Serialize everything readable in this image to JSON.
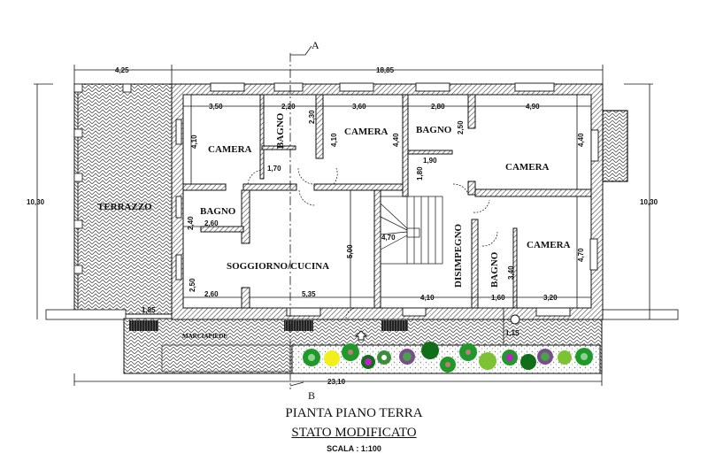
{
  "drawing": {
    "title": "PIANTA PIANO TERRA",
    "subtitle": "STATO MODIFICATO",
    "scale": "SCALA : 1:100",
    "section_markers": {
      "top": "A",
      "bottom": "B"
    }
  },
  "rooms": {
    "terrazzo": "TERRAZZO",
    "camera_1": "CAMERA",
    "bagno_1": "BAGNO",
    "camera_2": "CAMERA",
    "bagno_2": "BAGNO",
    "camera_3": "CAMERA",
    "bagno_3": "BAGNO",
    "soggiorno": "SOGGIORNO/CUCINA",
    "disimpegno": "DISIMPEGNO",
    "bagno_4": "BAGNO",
    "camera_4": "CAMERA",
    "marciapiede": "MARCIAPIEDE"
  },
  "dimensions": {
    "overall_left": "4,25",
    "overall_top": "18,85",
    "overall_bottom": "23,10",
    "height_left": "10,30",
    "height_right": "10,30",
    "top_row": [
      "3,50",
      "2,20",
      "3,60",
      "2,80",
      "4,90"
    ],
    "camera1_h": "4,10",
    "bagno1_h": "2,30",
    "bagno1_w2": "1,70",
    "camera2_h": "4,10",
    "camera3_h": "4,40",
    "camera3_h2": "4,40",
    "bagno3_h": "2,50",
    "bagno3_w": "1,90",
    "bagno3_h2": "1,80",
    "bagno2_w": "2,60",
    "bagno2_h": "2,40",
    "soggiorno_w_left": "2,60",
    "soggiorno_h_left": "2,50",
    "soggiorno_w": "5,35",
    "soggiorno_h": "5,00",
    "stair_h": "4,70",
    "stair_w": "4,10",
    "bagno4_w": "1,60",
    "bagno4_h": "3,40",
    "camera4_w": "3,20",
    "camera4_h": "4,70",
    "terrace_gap": "1,85",
    "sidewalk_w": "1,15"
  },
  "colors": {
    "line": "#111111",
    "hatch": "#555555",
    "plant_green": "#1f9a2a",
    "plant_dark": "#0f6e17",
    "plant_yellow": "#f2ef1c",
    "plant_magenta": "#c21fc6",
    "plant_lime": "#7cc233"
  }
}
